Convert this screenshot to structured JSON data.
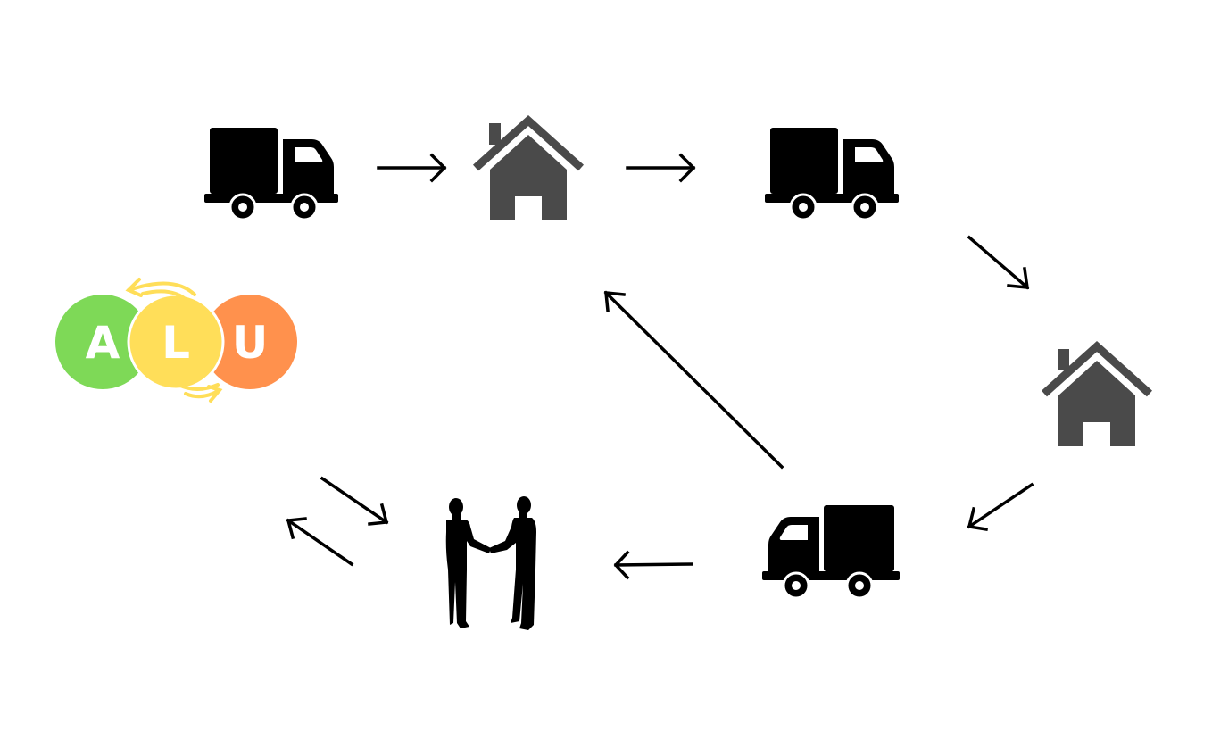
{
  "logo": {
    "letters": [
      "A",
      "L",
      "U"
    ],
    "colors": [
      "#7ed957",
      "#ffde59",
      "#ff914d"
    ],
    "arrow_color": "#ffde59"
  },
  "nodes": [
    {
      "id": "truck-1",
      "icon": "truck-icon"
    },
    {
      "id": "house-1",
      "icon": "house-icon"
    },
    {
      "id": "truck-2",
      "icon": "truck-icon"
    },
    {
      "id": "house-2",
      "icon": "house-icon"
    },
    {
      "id": "truck-3",
      "icon": "truck-icon"
    },
    {
      "id": "handshake",
      "icon": "handshake-icon"
    }
  ],
  "flows": [
    {
      "from": "truck-1",
      "to": "house-1"
    },
    {
      "from": "house-1",
      "to": "truck-2"
    },
    {
      "from": "truck-2",
      "to": "house-2"
    },
    {
      "from": "house-2",
      "to": "truck-3"
    },
    {
      "from": "truck-3",
      "to": "handshake"
    },
    {
      "from": "truck-3",
      "to": "house-1"
    },
    {
      "from": "logo",
      "to": "handshake"
    },
    {
      "from": "handshake",
      "to": "logo"
    }
  ],
  "colors": {
    "truck": "#000000",
    "house": "#4a4a4a",
    "people": "#000000",
    "arrow": "#000000"
  }
}
